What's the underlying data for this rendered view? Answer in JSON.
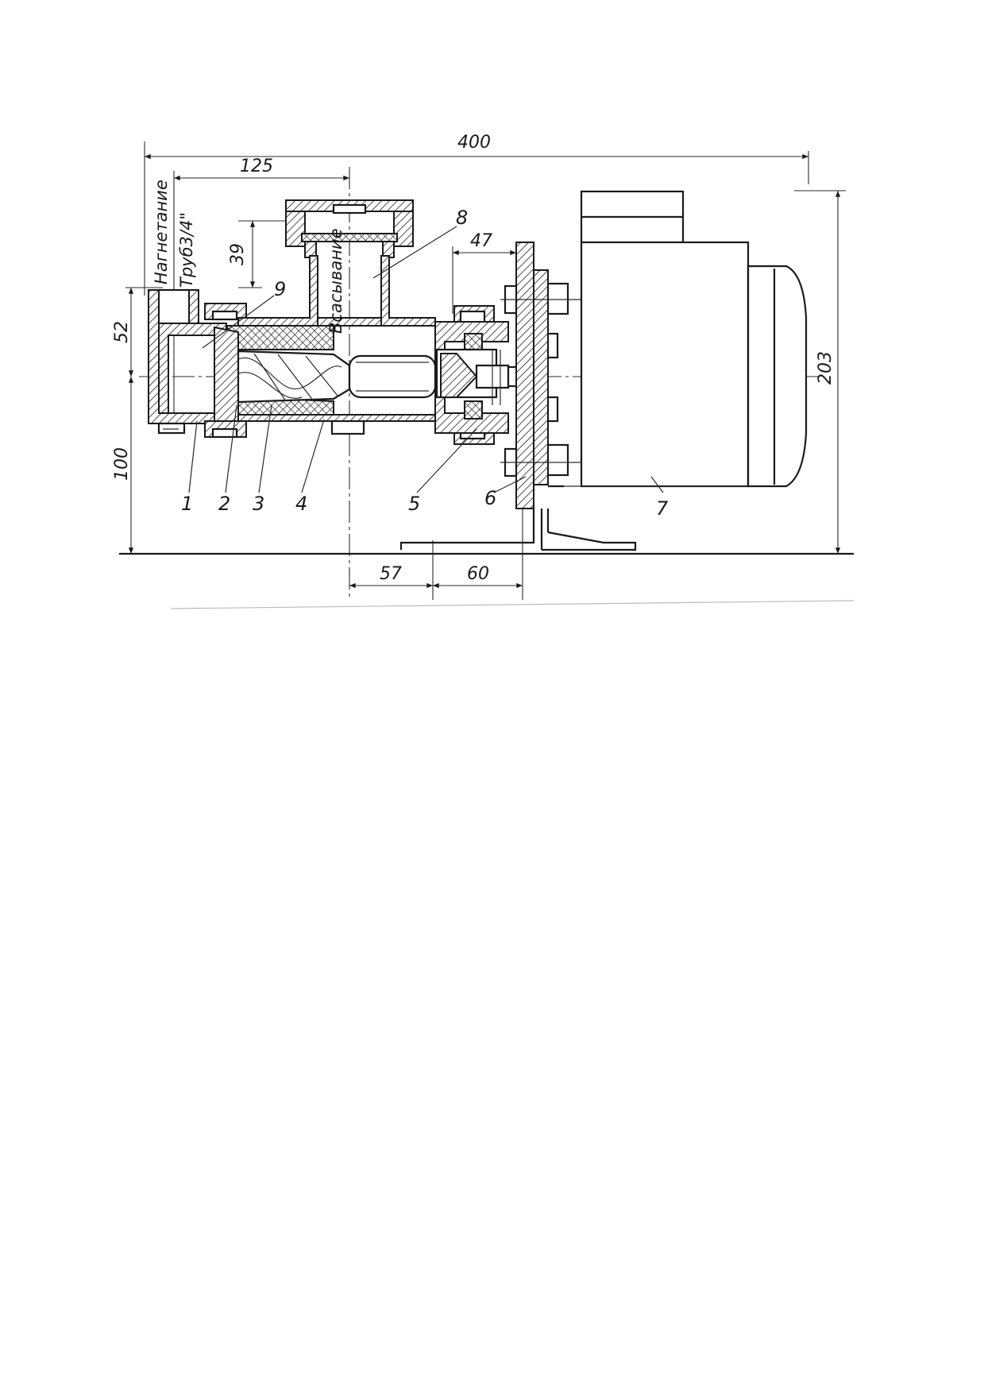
{
  "drawing": {
    "labels": {
      "discharge": "Нагнетание",
      "suction": "Всасывание",
      "pipe": "Труб3/4\""
    },
    "dimensions": {
      "overall_length": "400",
      "suction_offset": "125",
      "flange_height": "39",
      "flange_gap": "47",
      "upper_height": "52",
      "shaft_height": "100",
      "total_height": "203",
      "base_left": "57",
      "base_right": "60"
    },
    "parts": {
      "p1": "1",
      "p2": "2",
      "p3": "3",
      "p4": "4",
      "p5": "5",
      "p6": "6",
      "p7": "7",
      "p8": "8",
      "p9": "9"
    }
  }
}
